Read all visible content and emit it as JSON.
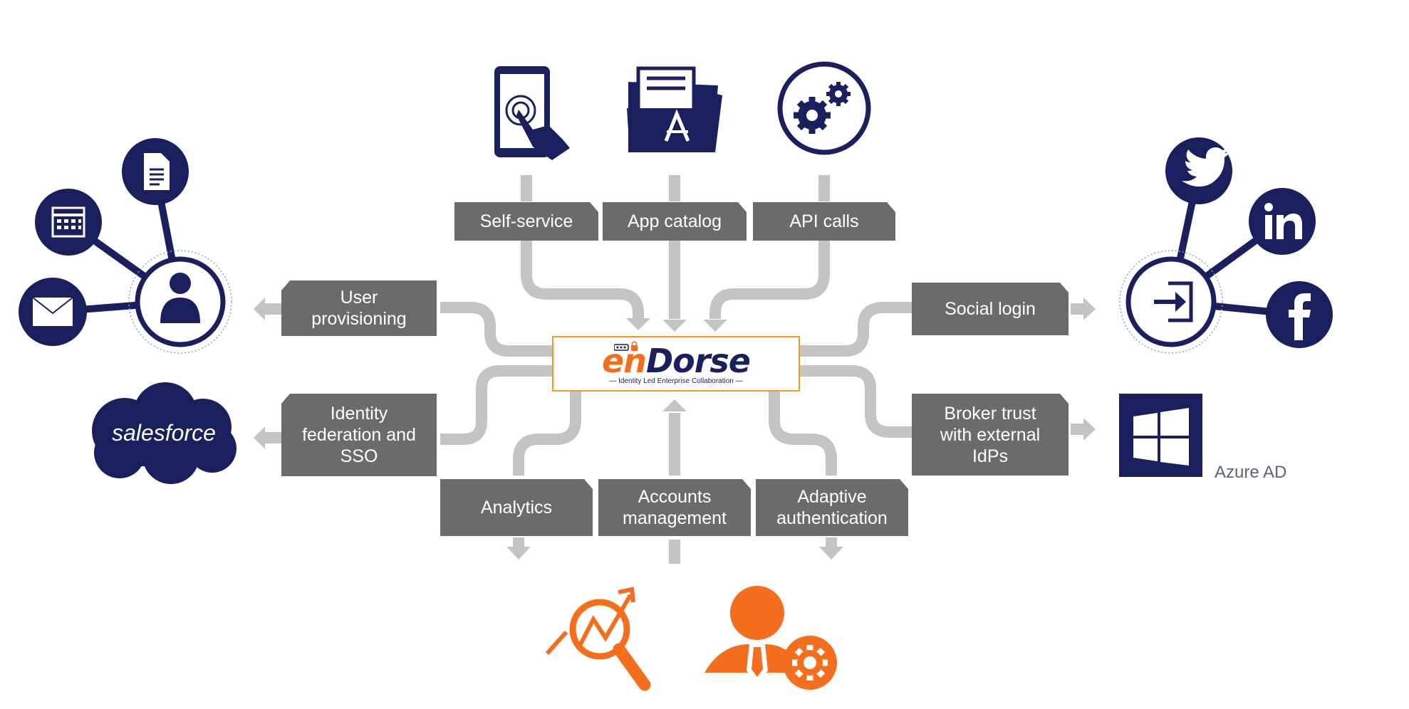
{
  "logo": {
    "word_orange": "en",
    "word_blue": "Dorse",
    "tagline": "— Identity Led Enterprise Collaboration —"
  },
  "boxes": {
    "self_service": "Self-service",
    "app_catalog": "App catalog",
    "api_calls": "API calls",
    "user_provisioning": "User\nprovisioning",
    "identity_federation": "Identity\nfederation and\nSSO",
    "social_login": "Social login",
    "broker_trust": "Broker trust\nwith external\nIdPs",
    "analytics": "Analytics",
    "accounts_management": "Accounts\nmanagement",
    "adaptive_authentication": "Adaptive\nauthentication"
  },
  "salesforce_text": "salesforce",
  "azure_label": "Azure AD",
  "colors": {
    "navy": "#1a1f5e",
    "orange": "#f36f1e",
    "box_gray": "#6b6b6b",
    "connector_gray": "#c4c4c4",
    "logo_border": "#f29a1f"
  },
  "icons": [
    "mobile-touch-icon",
    "app-folder-icon",
    "gears-icon",
    "user-icon",
    "calendar-icon",
    "document-icon",
    "mail-icon",
    "salesforce-logo",
    "login-icon",
    "twitter-icon",
    "linkedin-icon",
    "facebook-icon",
    "windows-icon",
    "analytics-search-icon",
    "user-settings-icon"
  ]
}
